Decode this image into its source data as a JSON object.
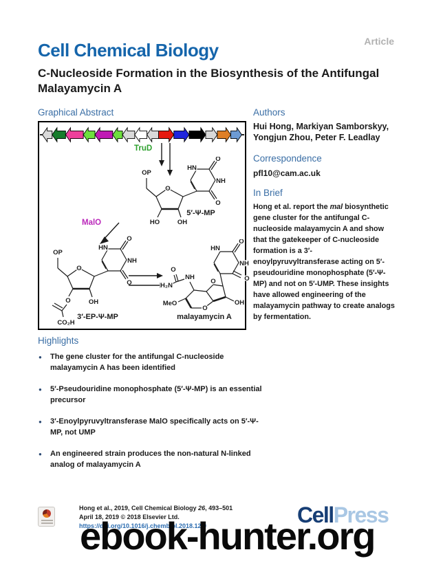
{
  "header": {
    "article_label": "Article",
    "journal": "Cell Chemical Biology",
    "title": "C-Nucleoside Formation in the Biosynthesis of the Antifungal Malayamycin A"
  },
  "graphical_abstract": {
    "heading": "Graphical Abstract",
    "gene_cluster": {
      "arrows": [
        {
          "color": "#d9d9d9",
          "dir": "left",
          "w": 16
        },
        {
          "color": "#177d2c",
          "dir": "left",
          "w": 22
        },
        {
          "color": "#ee3f9b",
          "dir": "left",
          "w": 29
        },
        {
          "color": "#6ee03e",
          "dir": "left",
          "w": 19
        },
        {
          "color": "#c01ab4",
          "dir": "left",
          "w": 29
        },
        {
          "color": "#6ee03e",
          "dir": "left",
          "w": 16
        },
        {
          "color": "#d9d9d9",
          "dir": "left",
          "w": 20
        },
        {
          "color": "#ffffff",
          "dir": "left",
          "w": 20
        },
        {
          "color": "#d9d9d9",
          "dir": "left",
          "w": 19
        },
        {
          "color": "#e71a10",
          "dir": "right",
          "w": 25
        },
        {
          "color": "#2026dd",
          "dir": "right",
          "w": 25
        },
        {
          "color": "#000000",
          "dir": "right",
          "w": 27
        },
        {
          "color": "#d9d9d9",
          "dir": "right",
          "w": 19
        },
        {
          "color": "#df7f26",
          "dir": "right",
          "w": 22
        },
        {
          "color": "#6d9bd4",
          "dir": "right",
          "w": 18
        }
      ]
    },
    "enzymes": {
      "trud": "TruD",
      "malo": "MalO"
    },
    "molecules": {
      "psi_mp": {
        "name": "5′-Ψ-MP",
        "atoms": {
          "op": "OP",
          "ring_o": "O",
          "hn": "HN",
          "nh": "NH",
          "o_top": "O",
          "o_bot": "O",
          "ho": "HO",
          "oh": "OH"
        }
      },
      "ep_psi_mp": {
        "name": "3′-EP-Ψ-MP",
        "atoms": {
          "op": "OP",
          "ring_o": "O",
          "hn": "HN",
          "nh": "NH",
          "o_top": "O",
          "o_bot": "O",
          "oh": "OH",
          "o_ester": "O",
          "co2h": "CO₂H"
        }
      },
      "malayamycin": {
        "name": "malayamycin A",
        "atoms": {
          "hn": "HN",
          "nh_ring": "NH",
          "o_top": "O",
          "o_right": "O",
          "h2n": "H₂N",
          "o_urea": "O",
          "nh_urea": "NH",
          "o_furan": "O",
          "o_pyran": "O",
          "meo": "MeO",
          "oh": "OH"
        }
      }
    }
  },
  "authors": {
    "heading": "Authors",
    "names": "Hui Hong, Markiyan Samborskyy, Yongjun Zhou, Peter F. Leadlay"
  },
  "correspondence": {
    "heading": "Correspondence",
    "email": "pfl10@cam.ac.uk"
  },
  "in_brief": {
    "heading": "In Brief",
    "text_pre": "Hong et al. report the ",
    "text_italic": "mal",
    "text_post": " biosynthetic gene cluster for the antifungal C-nucleoside malayamycin A and show that the gatekeeper of C-nucleoside formation is a 3′-enoylpyruvyltransferase acting on 5′-pseudouridine monophosphate (5′-Ψ-MP) and not on 5′-UMP. These insights have allowed engineering of the malayamycin pathway to create analogs by fermentation."
  },
  "highlights": {
    "heading": "Highlights",
    "items": [
      "The gene cluster for the antifungal C-nucleoside malayamycin A has been identified",
      "5′-Pseudouridine monophosphate (5′-Ψ-MP) is an essential precursor",
      "3′-Enoylpyruvyltransferase MalO specifically acts on 5′-Ψ-MP, not UMP",
      "An engineered strain produces the non-natural N-linked analog of malayamycin A"
    ]
  },
  "footer": {
    "citation_pre": "Hong et al., 2019, Cell Chemical Biology ",
    "citation_volume": "26",
    "citation_pages": ", 493–501",
    "date_line": "April 18, 2019 © 2018 Elsevier Ltd.",
    "doi": "https://doi.org/10.1016/j.chembiol.2018.12.0",
    "logo": {
      "cell": "Cell",
      "press": "Press"
    },
    "watermark": "ebook-hunter.org"
  },
  "icons": {
    "footer_badge": "check-for-updates"
  },
  "colors": {
    "journal_blue": "#1565ab",
    "heading_blue": "#3a6ea5",
    "link_blue": "#2b6cb0",
    "trud_green": "#2fa12f",
    "malo_magenta": "#bb29bb",
    "logo_cell_navy": "#173e75",
    "logo_press_blue": "#a9c7e4",
    "article_gray": "#b1b1b1",
    "bullet_navy": "#2b4a73"
  }
}
